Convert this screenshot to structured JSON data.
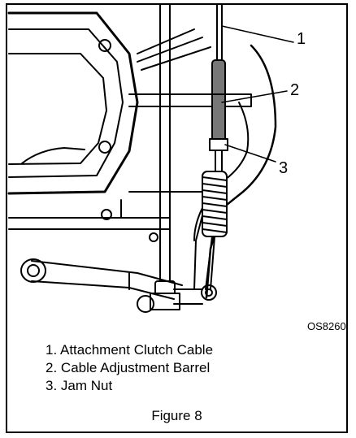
{
  "figure": {
    "callouts": [
      "1",
      "2",
      "3"
    ],
    "reference_code": "OS8260",
    "legend": [
      {
        "num": "1.",
        "label": "Attachment Clutch Cable"
      },
      {
        "num": "2.",
        "label": "Cable Adjustment Barrel"
      },
      {
        "num": "3.",
        "label": "Jam Nut"
      }
    ],
    "caption": "Figure 8"
  }
}
